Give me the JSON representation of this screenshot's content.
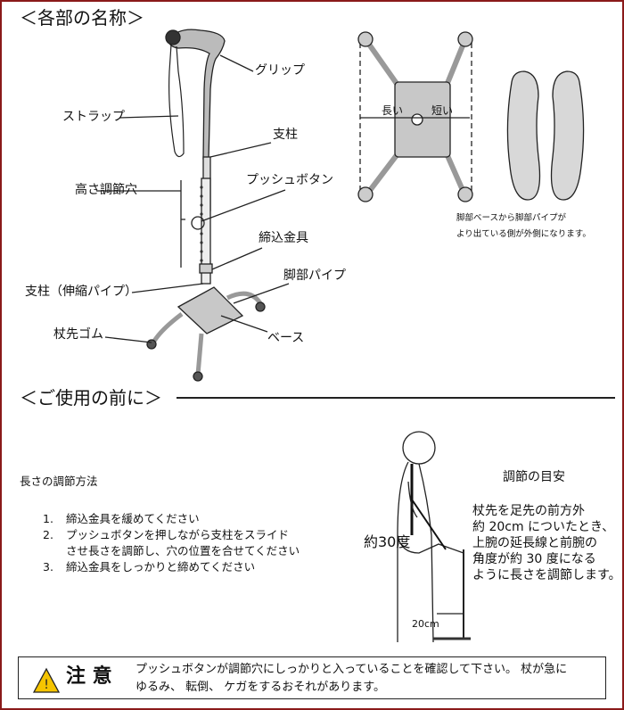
{
  "sections": {
    "parts_heading": "＜各部の名称＞",
    "before_use_heading": "＜ご使用の前に＞"
  },
  "parts": {
    "grip": "グリップ",
    "strap": "ストラップ",
    "shaft": "支柱",
    "height_holes": "高さ調節穴",
    "push_button": "プッシュボタン",
    "lock_fitting": "締込金具",
    "leg_pipe": "脚部パイプ",
    "shaft_extension": "支柱（伸縮パイプ）",
    "tip_rubber": "杖先ゴム",
    "base": "ベース"
  },
  "base_diagram": {
    "long": "長い",
    "short": "短い",
    "note_line1": "脚部ベースから脚部パイプが",
    "note_line2": "より出ている側が外側になります。"
  },
  "adjust_method": {
    "title": "長さの調節方法",
    "steps": [
      {
        "num": "1.",
        "text": "締込金具を緩めてください"
      },
      {
        "num": "2.",
        "text": "プッシュボタンを押しながら支柱をスライド"
      },
      {
        "num": "",
        "text": "させ長さを調節し、穴の位置を合せてください"
      },
      {
        "num": "3.",
        "text": "締込金具をしっかりと締めてください"
      }
    ]
  },
  "guide": {
    "title": "調節の目安",
    "lines": [
      "杖先を足先の前方外",
      "約 20cm についたとき、",
      "上腕の延長線と前腕の",
      "角度が約 30 度になる",
      "ように長さを調節します。"
    ],
    "angle_label": "約30度",
    "distance_label": "20cm"
  },
  "caution": {
    "label": "注 意",
    "line1": "プッシュボタンが調節穴にしっかりと入っていることを確認して下さい。 杖が急に",
    "line2": "ゆるみ、 転倒、 ケガをするおそれがあります。"
  }
}
